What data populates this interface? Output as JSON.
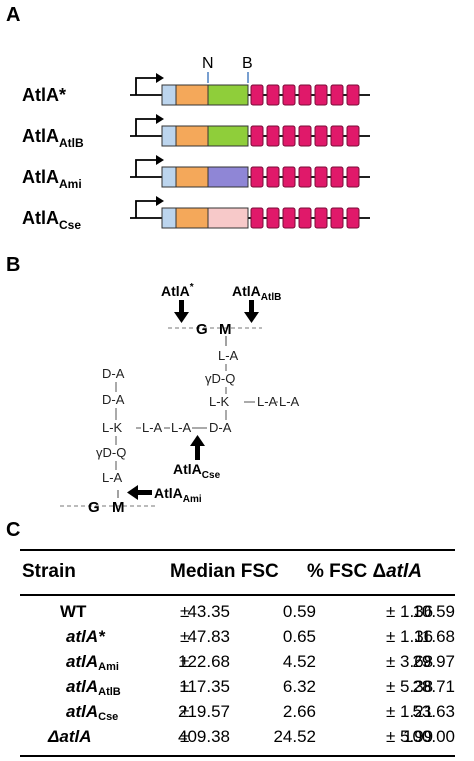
{
  "panels": {
    "a": "A",
    "b": "B",
    "c": "C"
  },
  "panel_a": {
    "site_labels": [
      "N",
      "B"
    ],
    "constructs": [
      {
        "label": "AtlA*",
        "base": "AtlA",
        "star": "*",
        "sub": "",
        "middle_color": "#8fce3a"
      },
      {
        "label": "AtlA AtlB",
        "base": "AtlA",
        "star": "",
        "sub": "AtlB",
        "middle_color": "#8fce3a"
      },
      {
        "label": "AtlA Ami",
        "base": "AtlA",
        "star": "",
        "sub": "Ami",
        "middle_color": "#8f86d6"
      },
      {
        "label": "AtlA Cse",
        "base": "AtlA",
        "star": "",
        "sub": "Cse",
        "middle_color": "#f7c9c9"
      }
    ],
    "colors": {
      "signal": "#bcd5ee",
      "pro": "#f4a85a",
      "repeat": "#e0196a"
    }
  },
  "panel_b": {
    "arrows": {
      "atla_star": {
        "base": "AtlA",
        "sup": "*"
      },
      "atla_atlb": {
        "base": "AtlA",
        "sub": "AtlB"
      },
      "atla_cse": {
        "base": "AtlA",
        "sub": "Cse"
      },
      "atla_ami": {
        "base": "AtlA",
        "sub": "Ami"
      }
    },
    "glycan_top": {
      "g": "G",
      "m": "M"
    },
    "glycan_bottom": {
      "g": "G",
      "m": "M"
    },
    "right_stem": [
      "L-A",
      "γD-Q",
      "L-K",
      "D-A"
    ],
    "right_branch": [
      "L-A",
      "L-A"
    ],
    "left_stem": [
      "D-A",
      "D-A",
      "L-K",
      "γD-Q",
      "L-A"
    ],
    "bridge": [
      "L-A",
      "L-A"
    ]
  },
  "panel_c": {
    "headers": {
      "strain": "Strain",
      "median": "Median FSC",
      "pct": "% FSC Δ",
      "pct_italic": "atlA"
    },
    "pm": "±",
    "rows": [
      {
        "name": "WT",
        "italic": false,
        "sub": "",
        "median": "43.35",
        "median_err": "0.59",
        "pct": "10.59",
        "pct_err": "1.36"
      },
      {
        "name": "atlA*",
        "italic": true,
        "sub": "",
        "median": "47.83",
        "median_err": "0.65",
        "pct": "11.68",
        "pct_err": "1.36"
      },
      {
        "name": "atlA",
        "italic": true,
        "sub": "Ami",
        "median": "122.68",
        "median_err": "4.52",
        "pct": "29.97",
        "pct_err": "3.68"
      },
      {
        "name": "atlA",
        "italic": true,
        "sub": "AtlB",
        "median": "117.35",
        "median_err": "6.32",
        "pct": "28.71",
        "pct_err": "5.38"
      },
      {
        "name": "atlA",
        "italic": true,
        "sub": "Cse",
        "median": "219.57",
        "median_err": "2.66",
        "pct": "53.63",
        "pct_err": "1.21"
      },
      {
        "name": "ΔatlA",
        "italic": true,
        "sub": "",
        "median": "409.38",
        "median_err": "24.52",
        "pct": "100.00",
        "pct_err": "5.99"
      }
    ]
  }
}
